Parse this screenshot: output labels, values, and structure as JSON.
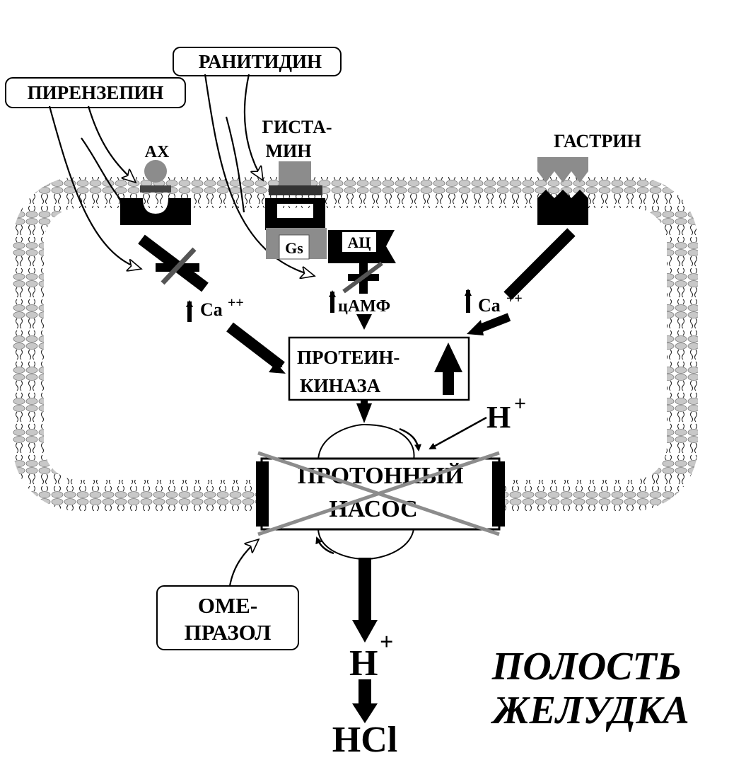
{
  "labels": {
    "pirenzepine": "ПИРЕНЗЕПИН",
    "ranitidine": "РАНИТИДИН",
    "ach": "АХ",
    "histamine_1": "ГИСТА-",
    "histamine_2": "МИН",
    "gastrin": "ГАСТРИН",
    "gs": "Gs",
    "ac": "АЦ",
    "ca_left": "Ca",
    "ca_left_sup": "++",
    "camp": "цАМФ",
    "ca_right": "Ca",
    "ca_right_sup": "++",
    "protein_kinase_1": "ПРОТЕИН-",
    "protein_kinase_2": "КИНАЗА",
    "proton_pump_1": "ПРОТОННЫЙ",
    "proton_pump_2": "НАСОС",
    "h_in": "H",
    "h_in_sup": "+",
    "h_out": "H",
    "h_out_sup": "+",
    "hcl": "HCl",
    "omeprazole_1": "ОМЕ-",
    "omeprazole_2": "ПРАЗОЛ",
    "stomach_1": "ПОЛОСТЬ",
    "stomach_2": "ЖЕЛУДКА"
  },
  "colors": {
    "black": "#000000",
    "gray": "#8c8c8c",
    "lightgray": "#b4b4b4",
    "membrane": "#c8c8c8"
  }
}
